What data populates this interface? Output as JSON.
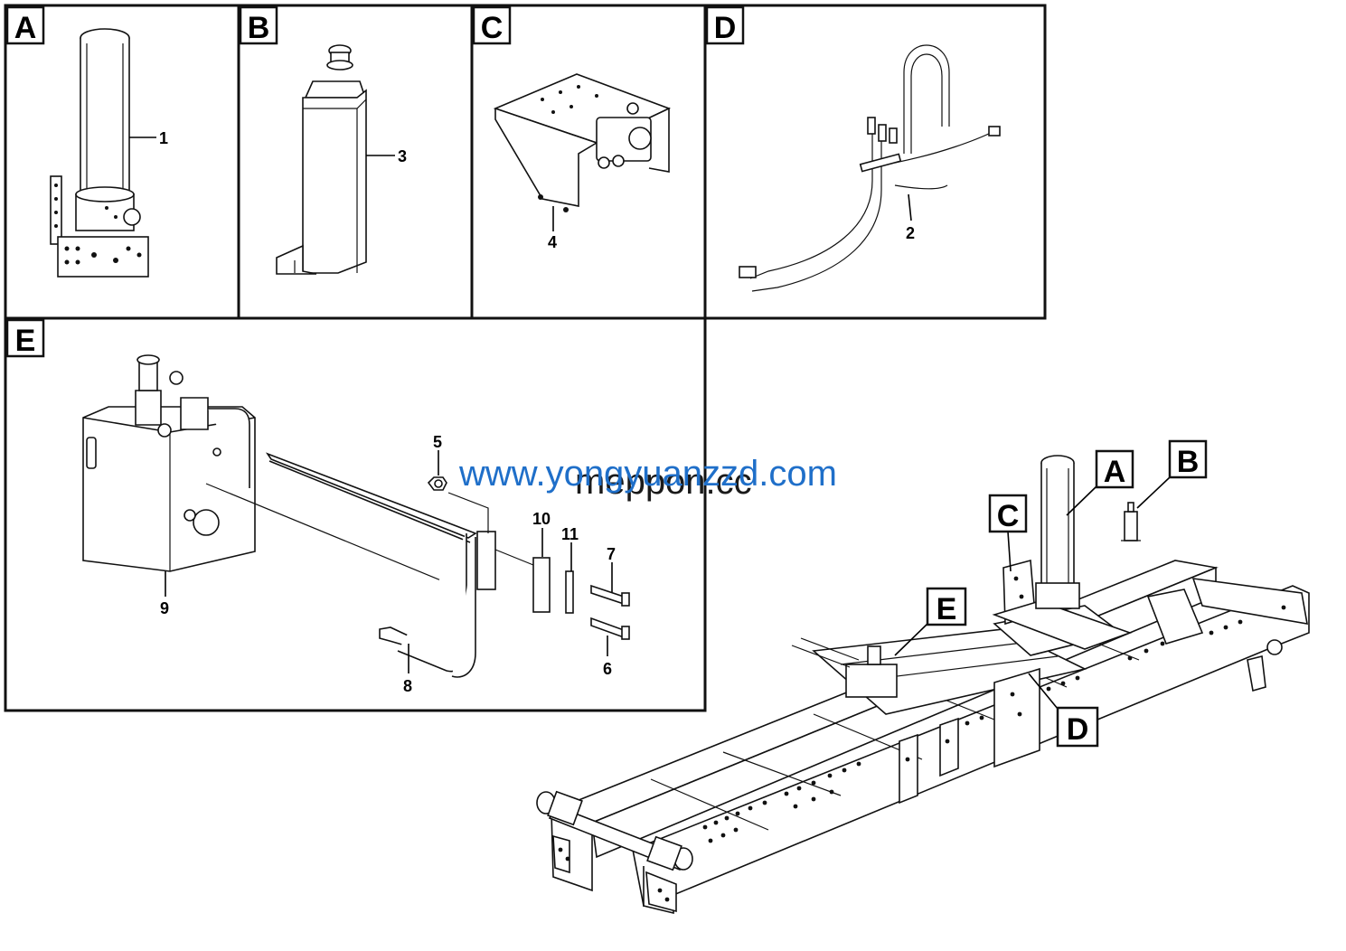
{
  "panels": [
    {
      "letter": "A",
      "callouts": [
        "1"
      ]
    },
    {
      "letter": "B",
      "callouts": [
        "3"
      ]
    },
    {
      "letter": "C",
      "callouts": [
        "4"
      ]
    },
    {
      "letter": "D",
      "callouts": [
        "2"
      ]
    },
    {
      "letter": "E",
      "callouts": [
        "5",
        "10",
        "11",
        "7",
        "9",
        "8",
        "6"
      ]
    }
  ],
  "main_view": {
    "labels": [
      "A",
      "B",
      "C",
      "E",
      "D"
    ]
  },
  "watermarks": {
    "url": "www.yongyuanzzd.com",
    "site": "meppon.cc"
  },
  "colors": {
    "line": "#111111",
    "watermark_url": "#1f6fc9",
    "background": "#ffffff"
  }
}
